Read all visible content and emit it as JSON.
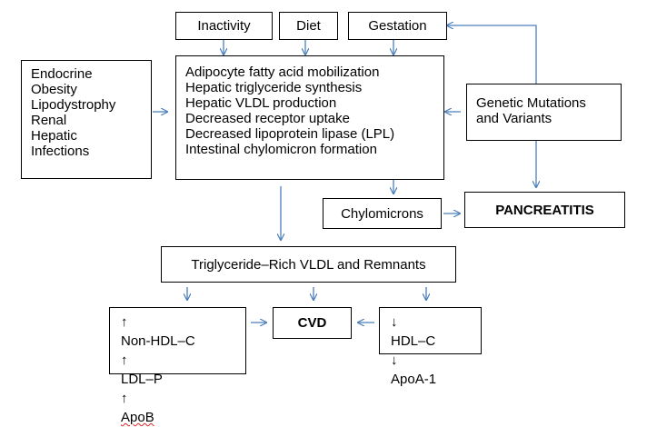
{
  "top_factors": [
    "Inactivity",
    "Diet",
    "Gestation"
  ],
  "secondary_causes": [
    "Endocrine",
    "Obesity",
    "Lipodystrophy",
    "Renal",
    "Hepatic",
    "Infections"
  ],
  "mechanisms": [
    "Adipocyte fatty acid mobilization",
    "Hepatic triglyceride synthesis",
    "Hepatic VLDL production",
    "Decreased receptor uptake",
    "Decreased lipoprotein lipase (LPL)",
    "Intestinal chylomicron formation"
  ],
  "genetics": [
    "Genetic Mutations",
    "and Variants"
  ],
  "chylomicrons": "Chylomicrons",
  "pancreatitis": "PANCREATITIS",
  "tg_rich": "Triglyceride–Rich VLDL and Remnants",
  "elevated": [
    {
      "arrow": "↑",
      "label": "Non-HDL–C"
    },
    {
      "arrow": "↑",
      "label": "LDL–P"
    },
    {
      "arrow": "↑",
      "label": "ApoB"
    }
  ],
  "cvd": "CVD",
  "decreased": [
    {
      "arrow": "↓",
      "label": "HDL–C"
    },
    {
      "arrow": "↓",
      "label": "ApoA-1"
    }
  ],
  "arrow_color": "#4a7ebb"
}
